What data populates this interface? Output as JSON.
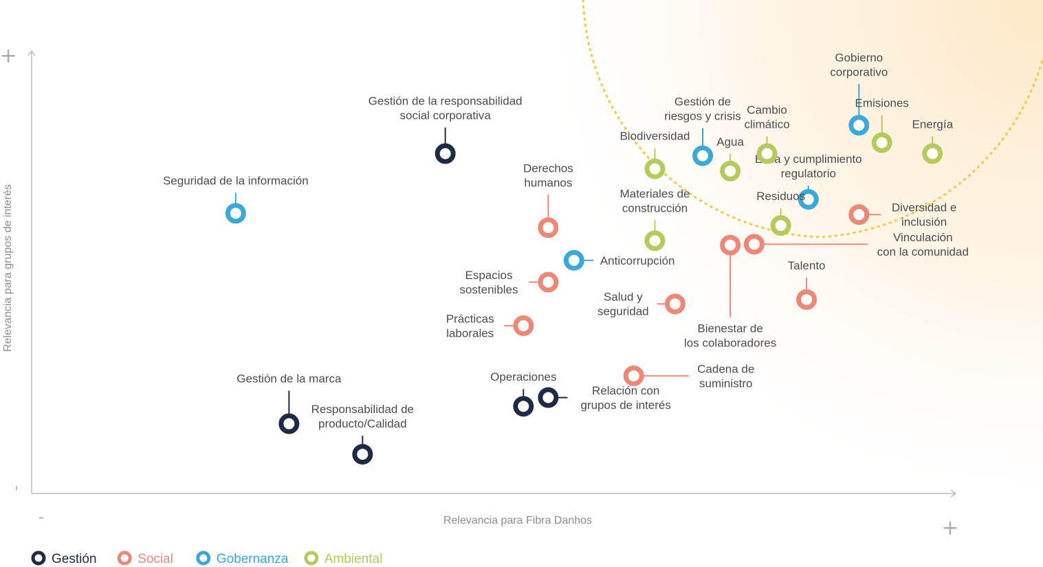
{
  "chart_data": {
    "type": "scatter",
    "xlabel": "Relevancia para Fibra Danhos",
    "ylabel": "Relevancia para grupos de interés",
    "x_axis_min_marker": "-",
    "x_axis_max_marker": "+",
    "y_axis_min_marker": "-",
    "y_axis_max_marker": "+",
    "xlim": [
      0,
      100
    ],
    "ylim": [
      0,
      100
    ],
    "grid": false,
    "legend_position": "bottom-left",
    "series": [
      {
        "name": "Gestión",
        "color": "#1f2a44",
        "points": [
          {
            "label": [
              "Gestión de la responsabilidad",
              "social corporativa"
            ],
            "x": 45,
            "y": 78
          },
          {
            "label": [
              "Gestión de la marca"
            ],
            "x": 28,
            "y": 16
          },
          {
            "label": [
              "Responsabilidad de",
              "producto/Calidad"
            ],
            "x": 36,
            "y": 9
          },
          {
            "label": [
              "Operaciones"
            ],
            "x": 53.5,
            "y": 20
          },
          {
            "label": [
              "Relación con",
              "grupos de interés"
            ],
            "x": 56.2,
            "y": 22
          }
        ]
      },
      {
        "name": "Social",
        "color": "#ef8777",
        "points": [
          {
            "label": [
              "Derechos",
              "humanos"
            ],
            "x": 56.2,
            "y": 61
          },
          {
            "label": [
              "Espacios",
              "sostenibles"
            ],
            "x": 56.2,
            "y": 48.5
          },
          {
            "label": [
              "Prácticas",
              "laborales"
            ],
            "x": 53.5,
            "y": 38.5
          },
          {
            "label": [
              "Salud y",
              "seguridad"
            ],
            "x": 70,
            "y": 43.5
          },
          {
            "label": [
              "Cadena de",
              "suministro"
            ],
            "x": 65.5,
            "y": 27
          },
          {
            "label": [
              "Bienestar de",
              "los colaboradores"
            ],
            "x": 76,
            "y": 57
          },
          {
            "label": [
              "Vinculación",
              "con la comunidad"
            ],
            "x": 78.6,
            "y": 57.2
          },
          {
            "label": [
              "Talento"
            ],
            "x": 84.3,
            "y": 44.5
          },
          {
            "label": [
              "Diversidad e",
              "inclusión"
            ],
            "x": 90,
            "y": 64
          }
        ]
      },
      {
        "name": "Gobernanza",
        "color": "#3aa8d8",
        "points": [
          {
            "label": [
              "Seguridad de la información"
            ],
            "x": 22.2,
            "y": 64.3
          },
          {
            "label": [
              "Anticorrupción"
            ],
            "x": 59,
            "y": 53.5
          },
          {
            "label": [
              "Gestión de",
              "riesgos y crisis"
            ],
            "x": 73,
            "y": 77.5
          },
          {
            "label": [
              "Ética y cumplimiento",
              "regulatorio"
            ],
            "x": 84.5,
            "y": 67.5
          },
          {
            "label": [
              "Gobierno",
              "corporativo"
            ],
            "x": 90,
            "y": 84.5
          }
        ]
      },
      {
        "name": "Ambiental",
        "color": "#b5c95c",
        "points": [
          {
            "label": [
              "Biodiversidad"
            ],
            "x": 67.8,
            "y": 74.5
          },
          {
            "label": [
              "Materiales de",
              "construcción"
            ],
            "x": 67.8,
            "y": 58
          },
          {
            "label": [
              "Agua"
            ],
            "x": 76,
            "y": 74
          },
          {
            "label": [
              "Cambio",
              "climático"
            ],
            "x": 80,
            "y": 78
          },
          {
            "label": [
              "Residuos"
            ],
            "x": 81.5,
            "y": 61.5
          },
          {
            "label": [
              "Emisiones"
            ],
            "x": 92.5,
            "y": 80.5
          },
          {
            "label": [
              "Energía"
            ],
            "x": 98,
            "y": 78
          }
        ]
      }
    ]
  },
  "colors": {
    "axis": "#b8bbc0",
    "highlight_curve": "#f2c94c",
    "highlight_glow": "#fde7c4"
  }
}
